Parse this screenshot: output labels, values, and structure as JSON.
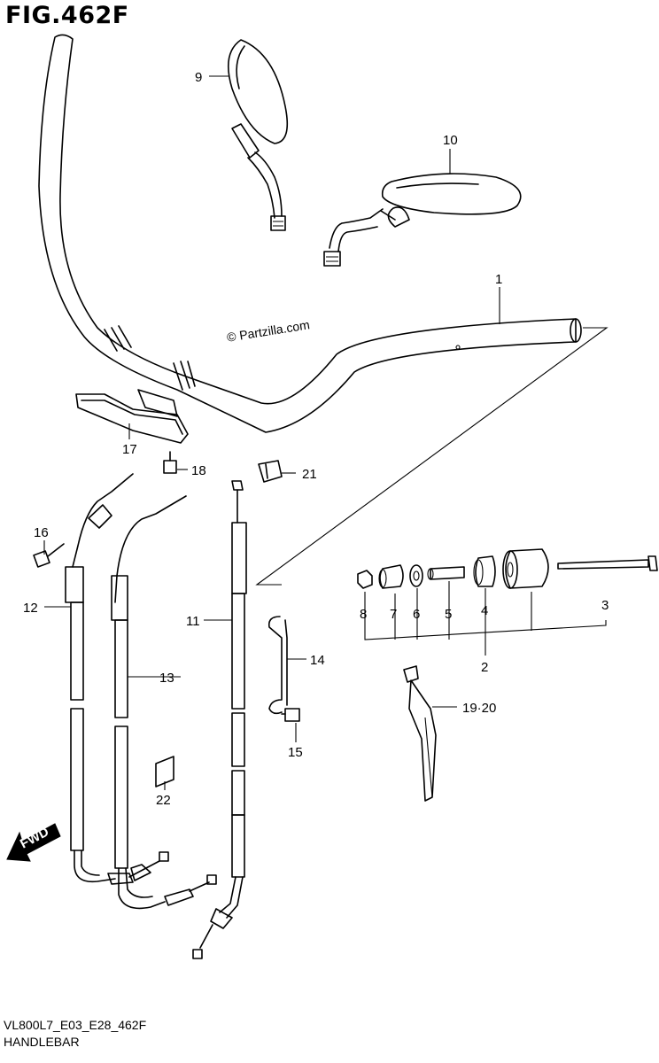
{
  "figure": {
    "title": "FIG.462F",
    "code": "VL800L7_E03_E28_462F",
    "name": "HANDLEBAR",
    "watermark": "© Partzilla.com"
  },
  "direction_marker": {
    "label": "FWD"
  },
  "callouts": {
    "c1": "1",
    "c2": "2",
    "c3": "3",
    "c4": "4",
    "c5": "5",
    "c6": "6",
    "c7": "7",
    "c8": "8",
    "c9": "9",
    "c10": "10",
    "c11": "11",
    "c12": "12",
    "c13": "13",
    "c14": "14",
    "c15": "15",
    "c16": "16",
    "c17": "17",
    "c18": "18",
    "c19_20": "19·20",
    "c21": "21",
    "c22": "22"
  }
}
